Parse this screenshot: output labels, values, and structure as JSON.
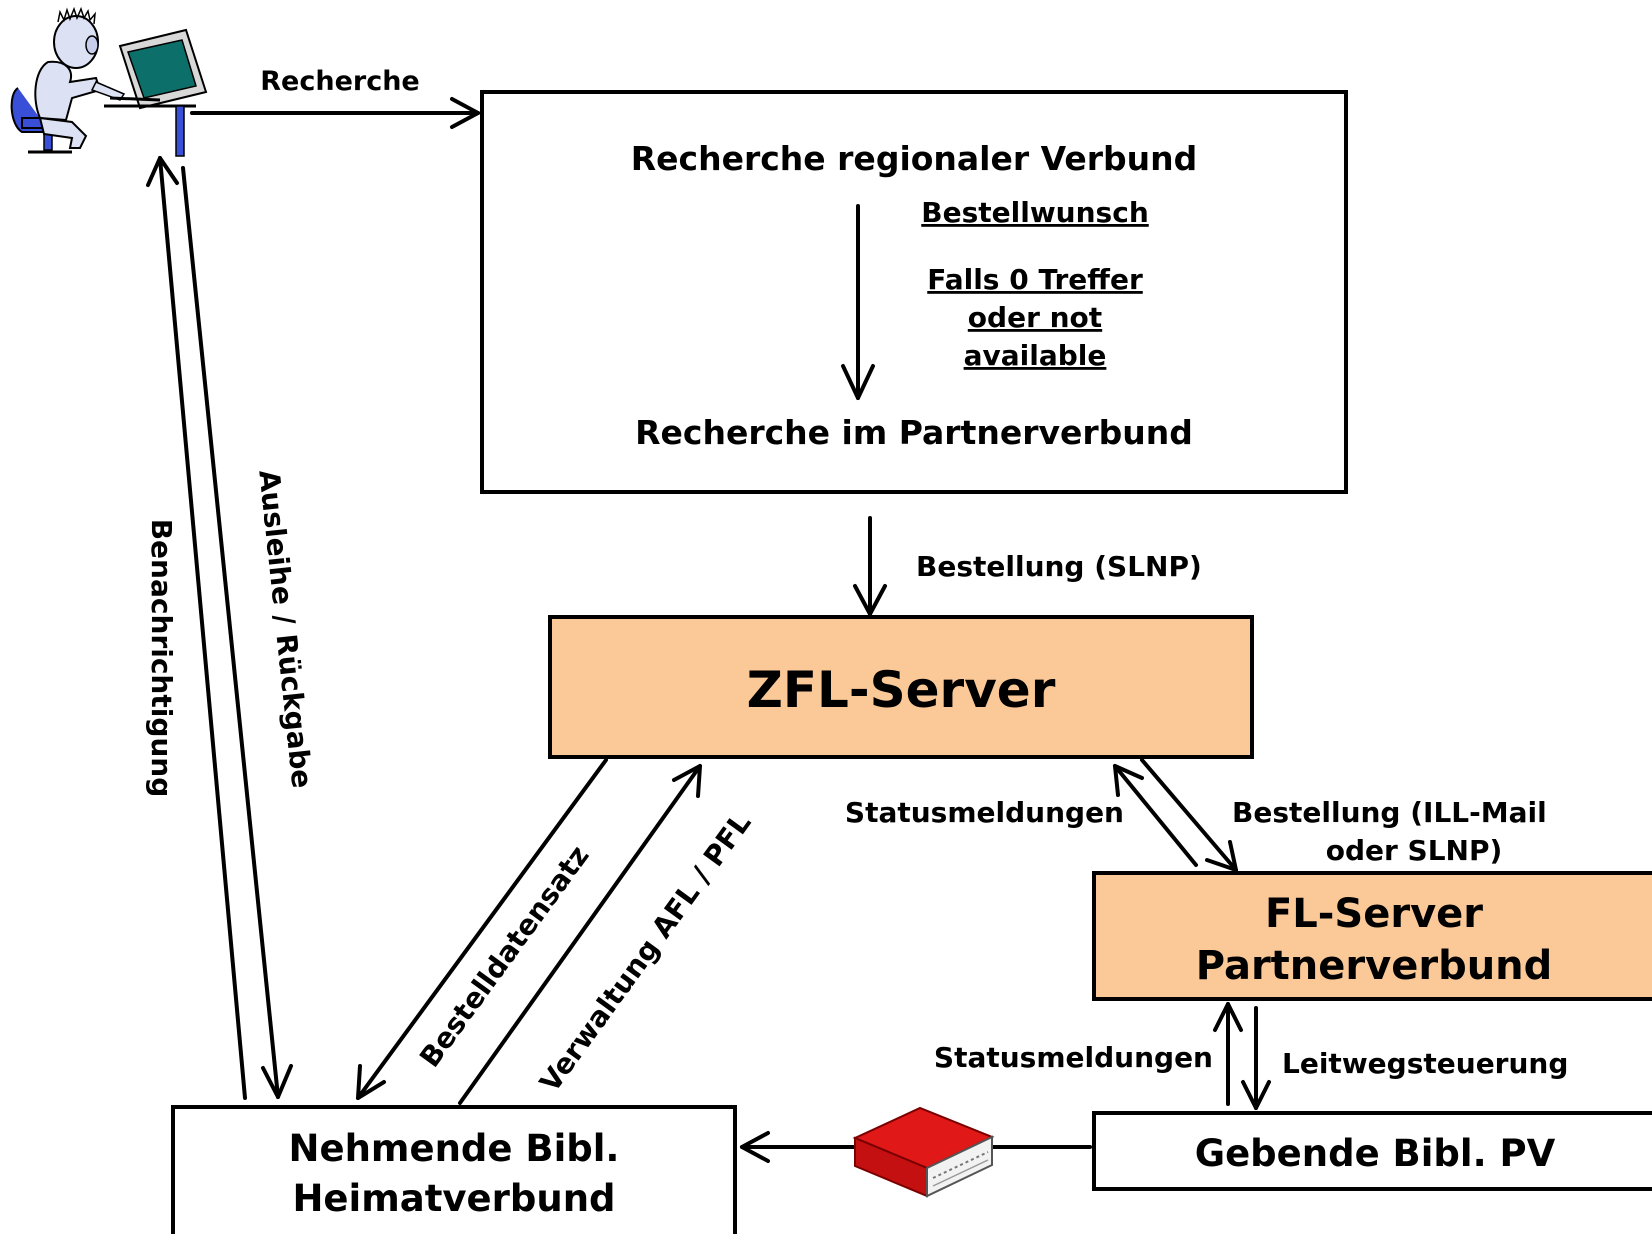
{
  "colors": {
    "server_fill": "#FBC998",
    "box_fill": "#FFFFFF",
    "stroke": "#000000",
    "book_red": "#E01818"
  },
  "icons": {
    "user": "person-at-computer-icon",
    "book": "red-book-icon"
  },
  "labels": {
    "recherche": "Recherche",
    "bestellung_slnp": "Bestellung (SLNP)",
    "statusmeldungen_zfl": "Statusmeldungen",
    "bestellung_ill_1": "Bestellung (ILL-Mail",
    "bestellung_ill_2": "oder SLNP)",
    "statusmeldungen_fl": "Statusmeldungen",
    "leitwegsteuerung": "Leitwegsteuerung",
    "benachrichtigung": "Benachrichtigung",
    "ausleihe": "Ausleihe / Rückgabe",
    "bestelldatensatz": "Bestelldatensatz",
    "verwaltung": "Verwaltung AFL / PFL"
  },
  "regional_box": {
    "title": "Recherche regionaler Verbund",
    "bestellwunsch": "Bestellwunsch",
    "falls_line1": "Falls 0 Treffer",
    "falls_line2": "oder not",
    "falls_line3": "available",
    "partner": "Recherche im Partnerverbund"
  },
  "zfl_server": {
    "title": "ZFL-Server"
  },
  "fl_server": {
    "line1": "FL-Server",
    "line2": "Partnerverbund"
  },
  "nehmende": {
    "line1": "Nehmende Bibl.",
    "line2": "Heimatverbund"
  },
  "gebende": {
    "title": "Gebende Bibl. PV"
  }
}
